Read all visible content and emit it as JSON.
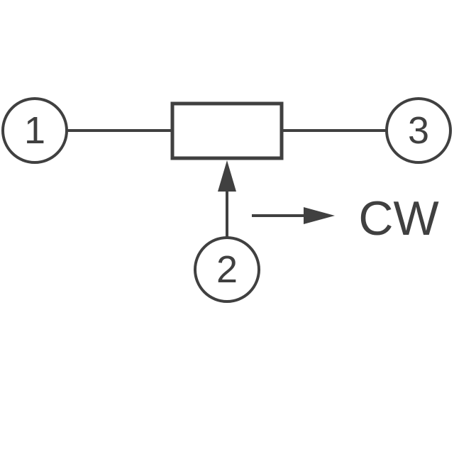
{
  "diagram": {
    "colors": {
      "line": "#404040",
      "background": "#ffffff"
    },
    "terminals": [
      {
        "id": "t1",
        "label": "1"
      },
      {
        "id": "t2",
        "label": "2"
      },
      {
        "id": "t3",
        "label": "3"
      }
    ],
    "direction_label": "CW"
  }
}
